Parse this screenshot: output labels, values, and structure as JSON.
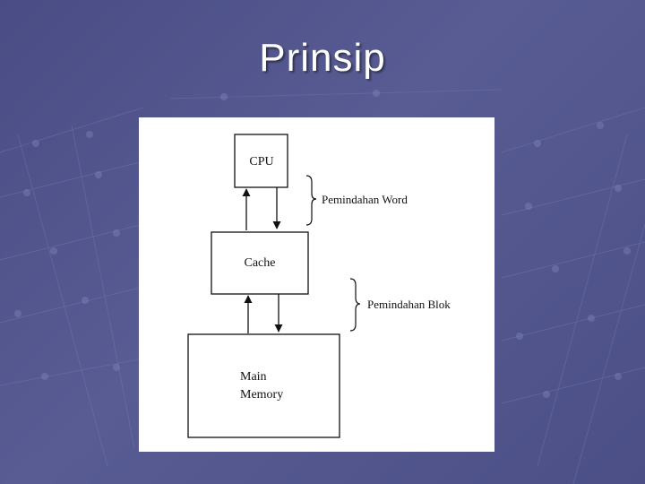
{
  "slide": {
    "title": "Prinsip"
  },
  "diagram": {
    "cpu_label": "CPU",
    "cache_label": "Cache",
    "memory_label_line1": "Main",
    "memory_label_line2": "Memory",
    "word_transfer_label": "Pemindahan Word",
    "block_transfer_label": "Pemindahan Blok"
  },
  "colors": {
    "background": "#4b4f88",
    "title": "#ffffff",
    "figure_bg": "#ffffff",
    "lines": "#111111"
  }
}
